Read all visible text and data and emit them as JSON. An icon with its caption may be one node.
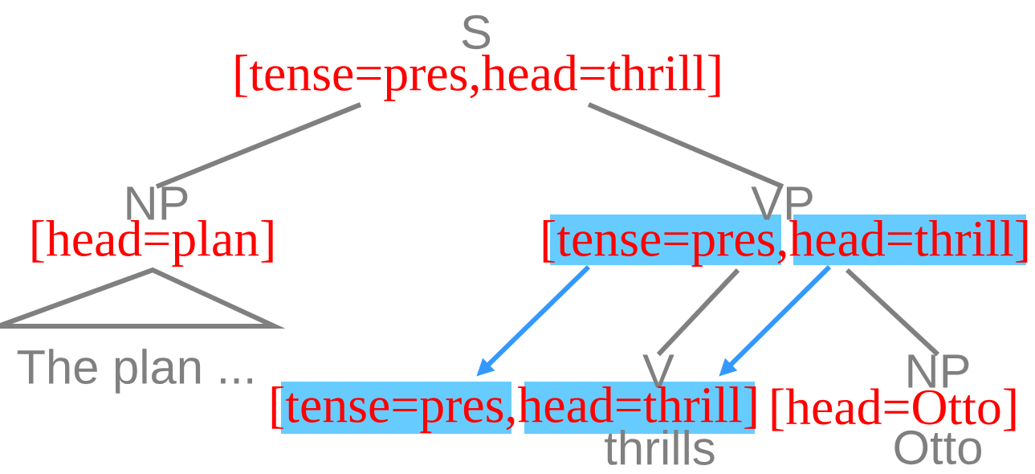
{
  "diagram": {
    "nodes": [
      {
        "text": [
          "S"
        ]
      },
      {
        "text": [
          "[tense=pres,head=thrill]"
        ]
      },
      {
        "text": [
          "NP"
        ]
      },
      {
        "text": [
          "[head=plan]"
        ]
      },
      {
        "text": [
          "The plan ..."
        ]
      },
      {
        "text": [
          "VP"
        ]
      },
      {
        "text": [
          "[tense=pres,head=thrill]"
        ]
      },
      {
        "text": [
          "V"
        ]
      },
      {
        "text": [
          "[tense=pres,head=thrill]"
        ]
      },
      {
        "text": [
          "thrills"
        ]
      },
      {
        "text": [
          "NP"
        ]
      },
      {
        "text": [
          "[head=Otto]"
        ]
      },
      {
        "text": [
          "Otto"
        ]
      }
    ],
    "edges": [
      {
        "from": 1,
        "to": 2,
        "arrow": "none"
      },
      {
        "from": 1,
        "to": 5,
        "arrow": "none"
      },
      {
        "from": 3,
        "to": 4,
        "arrow": "none"
      },
      {
        "from": 6,
        "to": 7,
        "arrow": "none"
      },
      {
        "from": 6,
        "to": 10,
        "arrow": "none"
      },
      {
        "from": 6,
        "to": 8,
        "arrow": "to",
        "color": "#3399ff"
      },
      {
        "from": 6,
        "to": 8,
        "arrow": "to",
        "color": "#3399ff"
      }
    ]
  }
}
